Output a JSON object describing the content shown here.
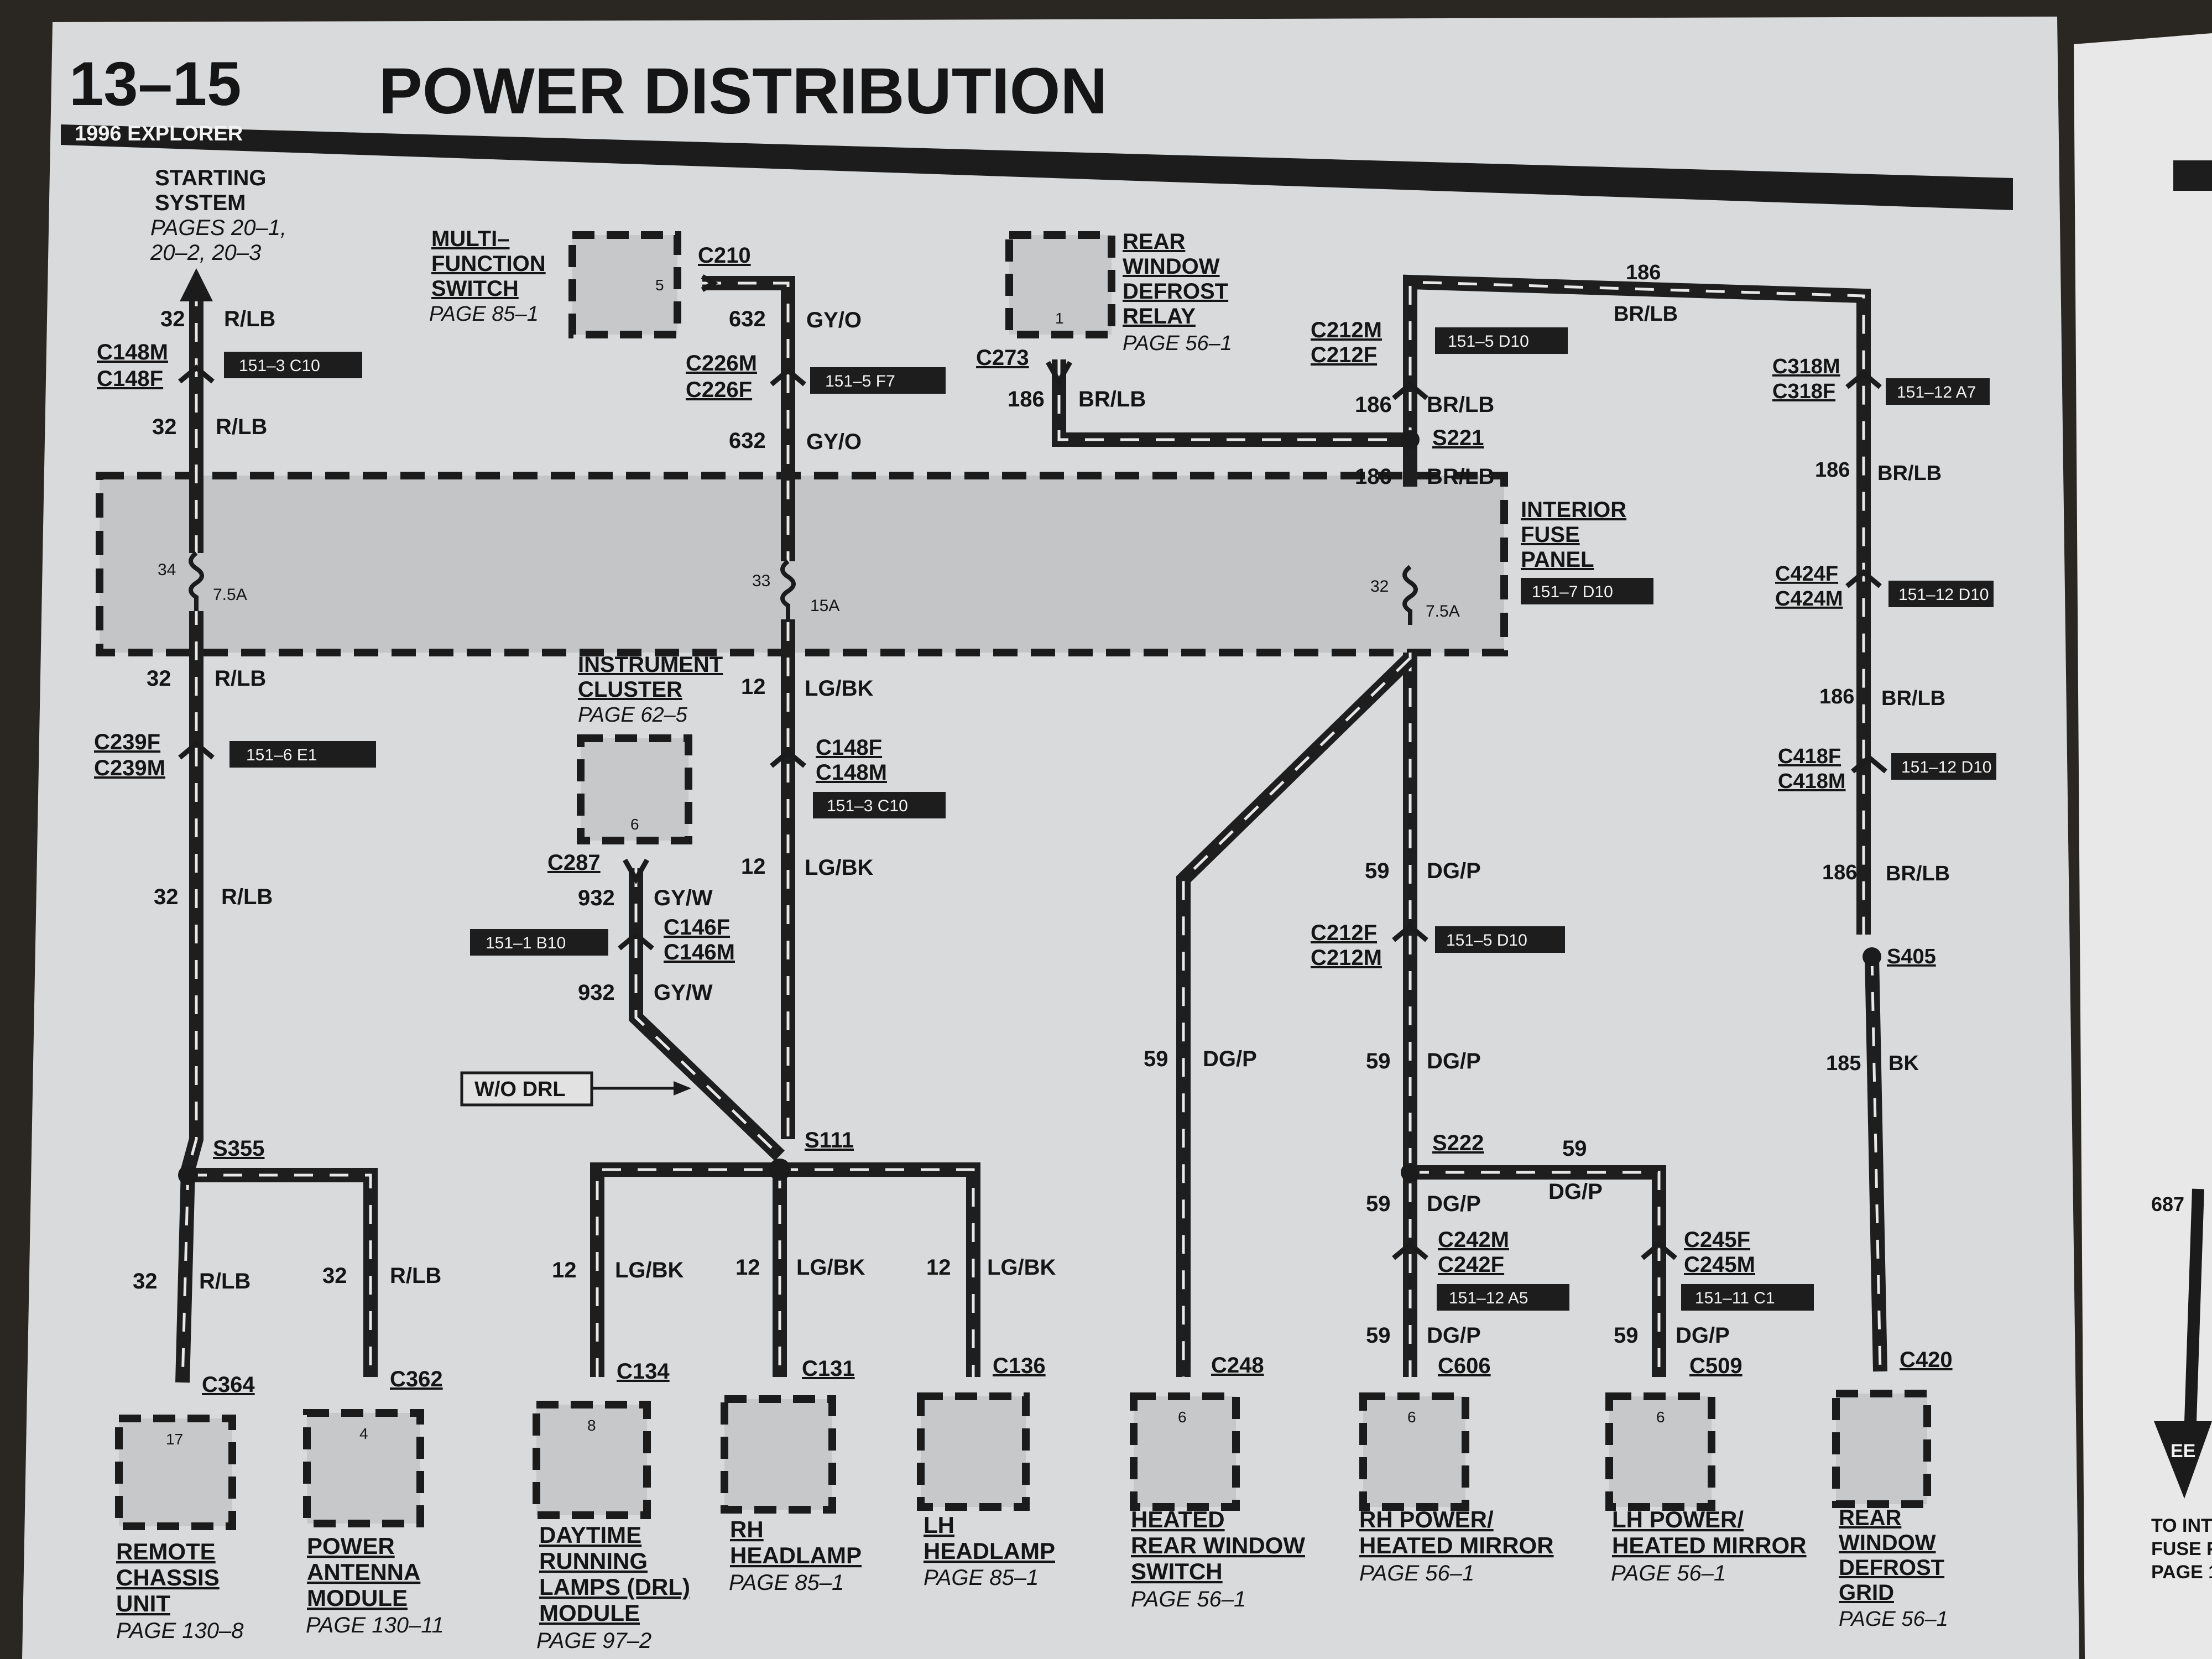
{
  "header": {
    "page_number": "13–15",
    "title": "POWER DISTRIBUTION",
    "vehicle": "1996 EXPLORER"
  },
  "top_components": {
    "starting_system": [
      "STARTING",
      "SYSTEM",
      "PAGES 20–1,",
      "20–2, 20–3"
    ],
    "multifunction_switch": {
      "lines": [
        "MULTI–",
        "FUNCTION",
        "SWITCH"
      ],
      "page": "PAGE 85–1",
      "pin": "5",
      "connector": "C210"
    },
    "rear_defrost_relay": {
      "lines": [
        "REAR",
        "WINDOW",
        "DEFROST",
        "RELAY"
      ],
      "page": "PAGE 56–1",
      "pin": "1",
      "connector": "C273"
    },
    "instrument_cluster": {
      "lines": [
        "INSTRUMENT",
        "CLUSTER"
      ],
      "page": "PAGE 62–5",
      "pin": "6",
      "connector": "C287"
    },
    "interior_fuse_panel": {
      "lines": [
        "INTERIOR",
        "FUSE",
        "PANEL"
      ],
      "ref": "151–7  D10"
    }
  },
  "fuses": [
    {
      "number": "34",
      "rating": "7.5A"
    },
    {
      "number": "33",
      "rating": "15A"
    },
    {
      "number": "32",
      "rating": "7.5A"
    }
  ],
  "connectors": {
    "c148m": "C148M",
    "c148f": "C148F",
    "c226m": "C226M",
    "c226f": "C226F",
    "c212m": "C212M",
    "c212f": "C212F",
    "c318m": "C318M",
    "c318f": "C318F",
    "c424f": "C424F",
    "c424m": "C424M",
    "c418f": "C418F",
    "c418m": "C418M",
    "c239f": "C239F",
    "c239m": "C239M",
    "c148f2": "C148F",
    "c148m2": "C148M",
    "c146f": "C146F",
    "c146m": "C146M",
    "c212f2": "C212F",
    "c212m2": "C212M",
    "c242m": "C242M",
    "c242f": "C242F",
    "c245f": "C245F",
    "c245m": "C245M"
  },
  "splices": {
    "s221": "S221",
    "s355": "S355",
    "s111": "S111",
    "s222": "S222",
    "s405": "S405"
  },
  "refs": {
    "r1": "151–3  C10",
    "r2": "151–5  F7",
    "r3": "151–5 D10",
    "r4": "151–12 A7",
    "r5": "151–12 D10",
    "r6": "151–12 D10",
    "r7": "151–6  E1",
    "r8": "151–3  C10",
    "r9": "151–1  B10",
    "r10": "151–5 D10",
    "r11": "151–12 A5",
    "r12": "151–11 C1"
  },
  "wires": {
    "w32_rlb": [
      "32",
      "R/LB"
    ],
    "w632_gyo": [
      "632",
      "GY/O"
    ],
    "w186_brlb": [
      "186",
      "BR/LB"
    ],
    "w12_lgbk": [
      "12",
      "LG/BK"
    ],
    "w932_gyw": [
      "932",
      "GY/W"
    ],
    "w59_dgp": [
      "59",
      "DG/P"
    ],
    "w185_bk": [
      "185",
      "BK"
    ]
  },
  "wo_drl": "W/O DRL",
  "bottom_components": [
    {
      "lines": [
        "REMOTE",
        "CHASSIS",
        "UNIT"
      ],
      "page": "PAGE 130–8",
      "pin": "17",
      "connector": "C364"
    },
    {
      "lines": [
        "POWER",
        "ANTENNA",
        "MODULE"
      ],
      "page": "PAGE 130–11",
      "pin": "4",
      "connector": "C362"
    },
    {
      "lines": [
        "DAYTIME",
        "RUNNING",
        "LAMPS (DRL)",
        "MODULE"
      ],
      "page": "PAGE 97–2",
      "pin": "8",
      "connector": "C134"
    },
    {
      "lines": [
        "RH",
        "HEADLAMP"
      ],
      "page": "PAGE 85–1",
      "pin": "",
      "connector": "C131"
    },
    {
      "lines": [
        "LH",
        "HEADLAMP"
      ],
      "page": "PAGE 85–1",
      "pin": "",
      "connector": "C136"
    },
    {
      "lines": [
        "HEATED",
        "REAR WINDOW",
        "SWITCH"
      ],
      "page": "PAGE 56–1",
      "pin": "6",
      "connector": "C248"
    },
    {
      "lines": [
        "RH POWER/",
        "HEATED MIRROR"
      ],
      "page": "PAGE 56–1",
      "pin": "6",
      "connector": "C606"
    },
    {
      "lines": [
        "LH POWER/",
        "HEATED MIRROR"
      ],
      "page": "PAGE 56–1",
      "pin": "6",
      "connector": "C509"
    },
    {
      "lines": [
        "REAR",
        "WINDOW",
        "DEFROST",
        "GRID"
      ],
      "page": "PAGE 56–1",
      "pin": "",
      "connector": "C420"
    }
  ],
  "right_page": {
    "wire": "687",
    "arrow_label": "EE",
    "lines": [
      "TO INT",
      "FUSE P",
      "PAGE 1"
    ]
  }
}
